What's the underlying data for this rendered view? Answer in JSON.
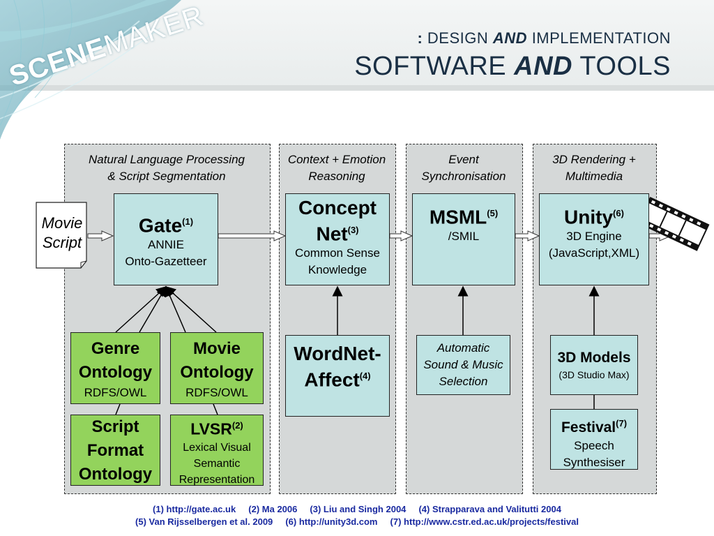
{
  "header": {
    "logo_part1": "SCENE",
    "logo_part2": "MAKER",
    "subtitle_colon": ":",
    "subtitle_word1": "DESIGN",
    "subtitle_and": "AND",
    "subtitle_word2": "IMPLEMENTATION",
    "title_word1": "SOFTWARE",
    "title_and": "AND",
    "title_word2": "TOOLS"
  },
  "columns": [
    {
      "title": "Natural Language Processing\n& Script Segmentation"
    },
    {
      "title": "Context + Emotion\nReasoning"
    },
    {
      "title": "Event\nSynchronisation"
    },
    {
      "title": "3D Rendering +\nMultimedia"
    }
  ],
  "movie_script": {
    "line1": "Movie",
    "line2": "Script"
  },
  "gate": {
    "name": "Gate",
    "ref": "(1)",
    "line1": "ANNIE",
    "line2": "Onto-Gazetteer"
  },
  "genre": {
    "line1": "Genre",
    "line2": "Ontology",
    "line3": "RDFS/OWL"
  },
  "movie_ont": {
    "line1": "Movie",
    "line2": "Ontology",
    "line3": "RDFS/OWL"
  },
  "script_format": {
    "line1": "Script",
    "line2": "Format",
    "line3": "Ontology"
  },
  "lvsr": {
    "name": "LVSR",
    "ref": "(2)",
    "line1": "Lexical Visual",
    "line2": "Semantic",
    "line3": "Representation"
  },
  "conceptnet": {
    "line1": "Concept",
    "line2": "Net",
    "ref": "(3)",
    "line3": "Common Sense",
    "line4": "Knowledge"
  },
  "wordnet": {
    "line1": "WordNet-",
    "line2": "Affect",
    "ref": "(4)"
  },
  "msml": {
    "name": "MSML",
    "ref": "(5)",
    "line1": "/SMIL"
  },
  "automatic": {
    "line1": "Automatic",
    "line2": "Sound & Music",
    "line3": "Selection"
  },
  "unity": {
    "name": "Unity",
    "ref": "(6)",
    "line1": "3D Engine",
    "line2": "(JavaScript,XML)"
  },
  "models3d": {
    "name": "3D Models",
    "line1": "(3D Studio Max)"
  },
  "festival": {
    "name": "Festival",
    "ref": "(7)",
    "line1": "Speech",
    "line2": "Synthesiser"
  },
  "footer": {
    "line1": "(1) http://gate.ac.uk     (2) Ma 2006     (3) Liu and Singh 2004     (4) Strapparava and Valitutti 2004",
    "line2": "(5) Van Rijsselbergen et al. 2009     (6) http://unity3d.com     (7) http://www.cstr.ed.ac.uk/projects/festival"
  },
  "colors": {
    "node_blue": "#bfe3e3",
    "node_green": "#93d35c",
    "column_bg": "#d5d8d8",
    "title": "#1a2f44",
    "footer": "#1a2aa0"
  }
}
